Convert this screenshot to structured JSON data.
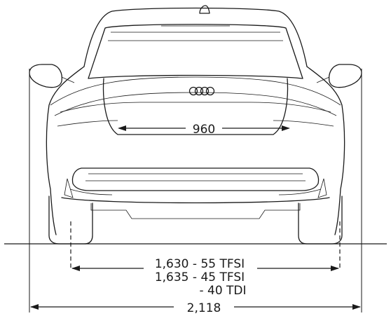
{
  "dimensions": {
    "rear_window_width": "960",
    "track_55_tfsi": "1,630 - 55 TFSI",
    "track_45_tfsi": "1,635 - 45 TFSI",
    "track_40_tdi": "- 40 TDI",
    "overall_width_mirrors": "2,118"
  },
  "icons": {
    "logo": "four-rings-logo-icon",
    "antenna": "shark-fin-antenna-icon"
  }
}
